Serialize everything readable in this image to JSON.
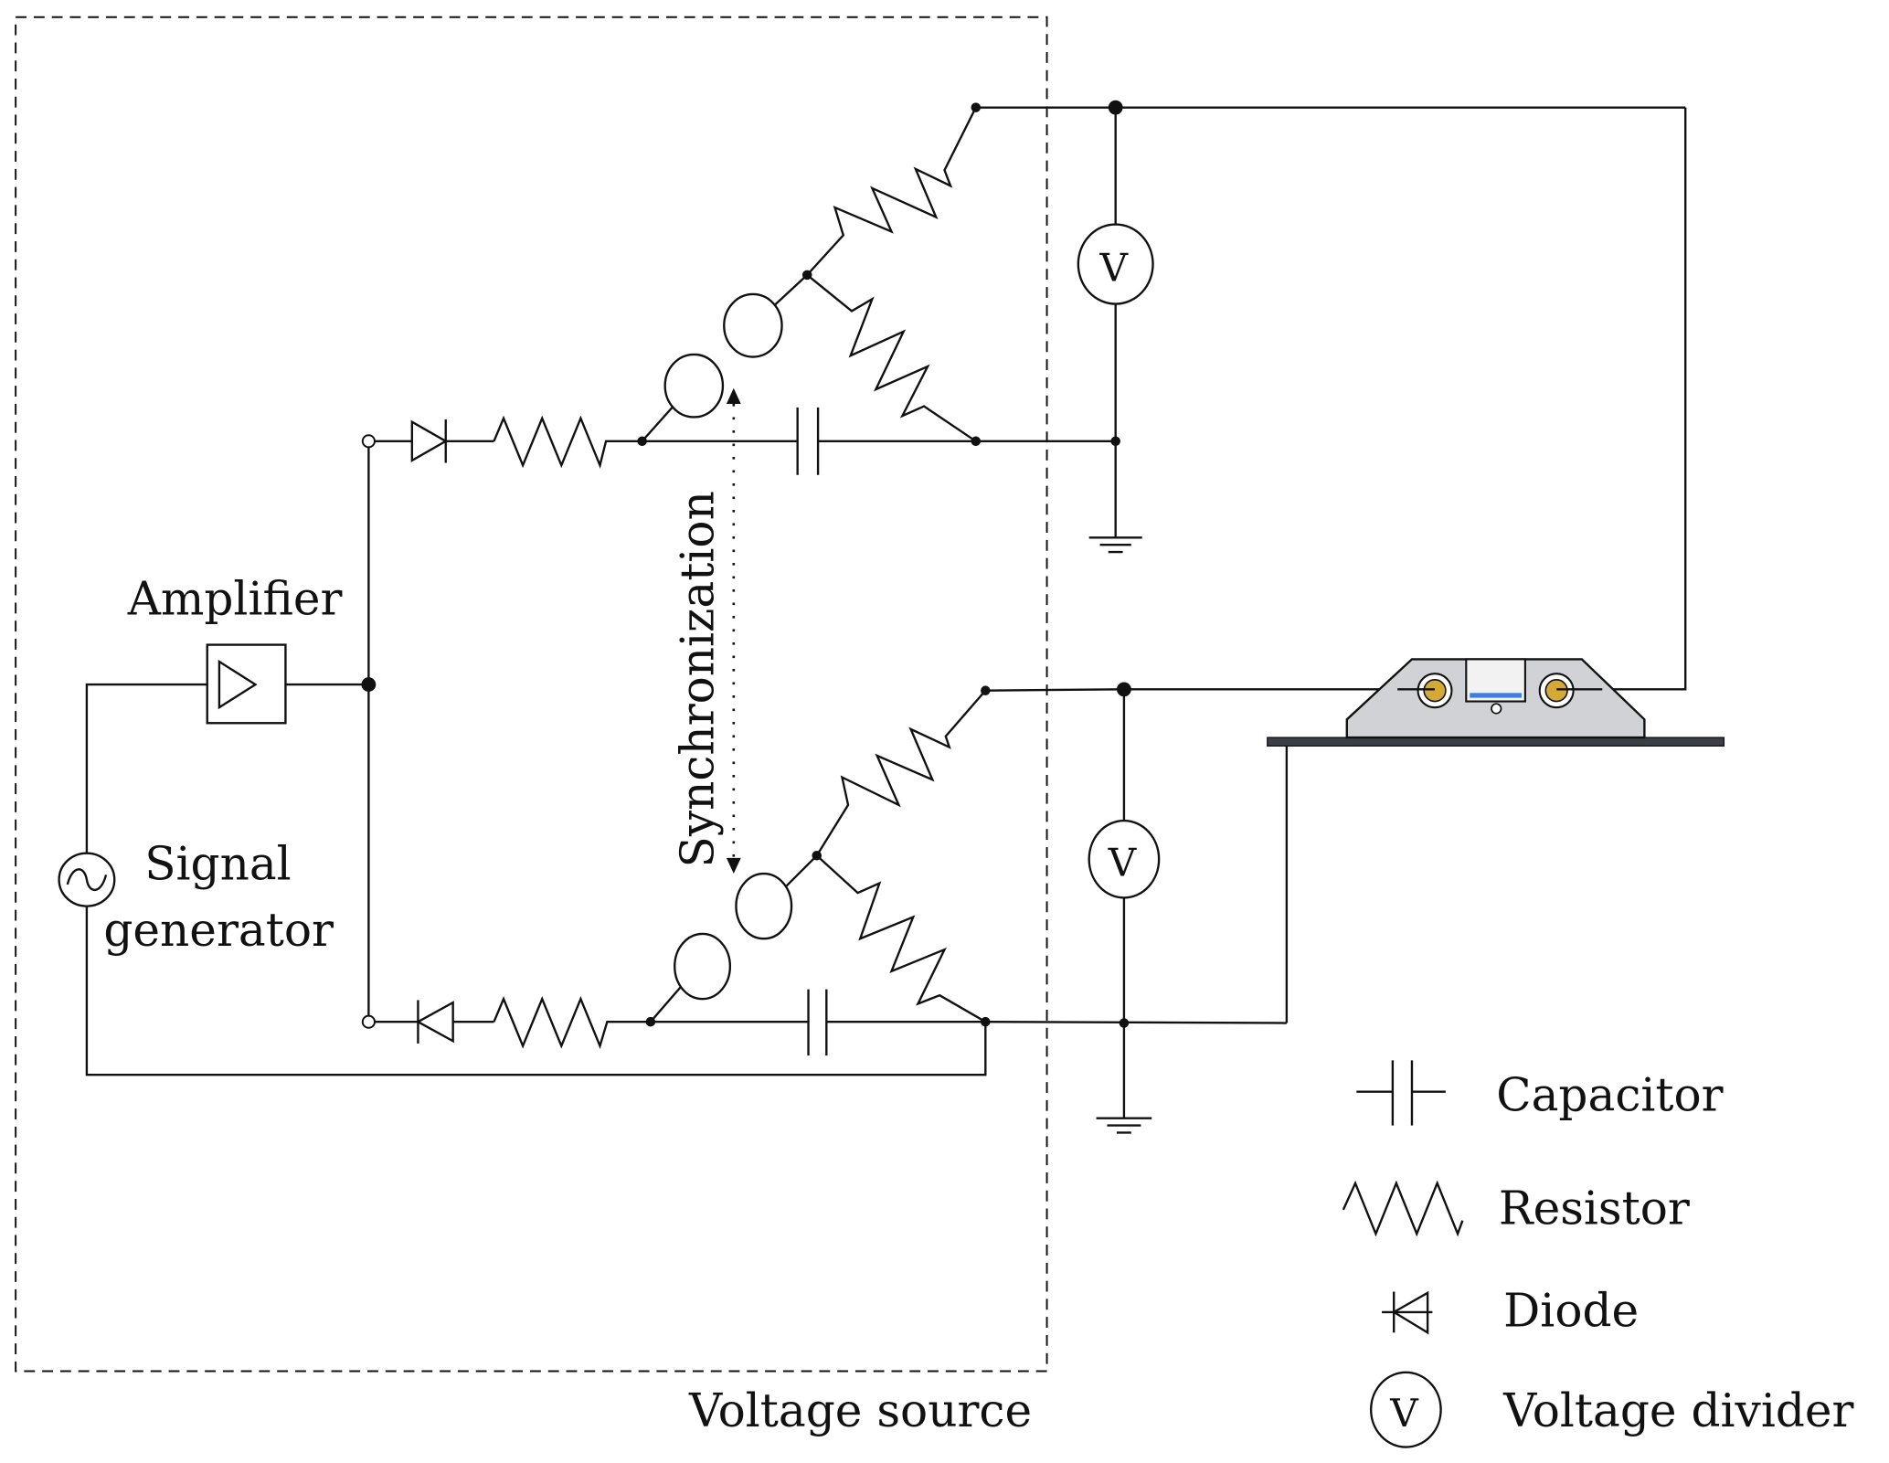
{
  "diagram": {
    "labels": {
      "amplifier": "Amplifier",
      "signal_generator_line1": "Signal",
      "signal_generator_line2": "generator",
      "synchronization": "Synchronization",
      "voltage_source": "Voltage source",
      "voltmeter_symbol": "V"
    },
    "legend": [
      {
        "symbol": "capacitor-icon",
        "label": "Capacitor"
      },
      {
        "symbol": "resistor-icon",
        "label": "Resistor"
      },
      {
        "symbol": "diode-icon",
        "label": "Diode"
      },
      {
        "symbol": "voltage-divider-icon",
        "label": "Voltage divider",
        "glyph": "V"
      }
    ],
    "colors": {
      "line": "#111111",
      "device_body": "#d0d2d6",
      "electrode": "#d4a935",
      "sensor_window": "#f2f2f2",
      "sensor_strip": "#3f7ee0",
      "base_plate": "#3b3f45"
    }
  }
}
